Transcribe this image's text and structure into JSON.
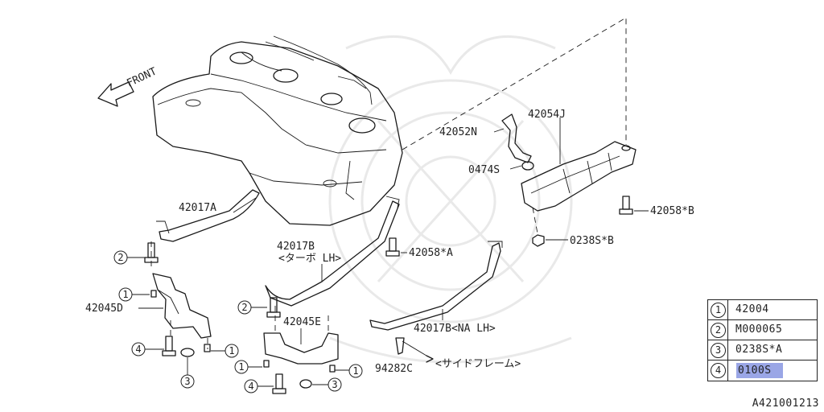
{
  "labels": {
    "front": "FRONT",
    "p42017A": "42017A",
    "p42017B": "42017B",
    "p42017B_note": "<ターボ LH>",
    "p42017B_na": "42017B<NA LH>",
    "p42045D": "42045D",
    "p42045E": "42045E",
    "p42052N": "42052N",
    "p42054J": "42054J",
    "p0474S": "0474S",
    "p42058B": "42058*B",
    "p42058A": "42058*A",
    "p0238SB": "0238S*B",
    "p94282C": "94282C",
    "p94282C_note": "<サイドフレーム>"
  },
  "callouts": {
    "c1": "1",
    "c2": "2",
    "c3": "3",
    "c4": "4"
  },
  "legend": [
    {
      "num": "1",
      "part": "42004"
    },
    {
      "num": "2",
      "part": "M000065"
    },
    {
      "num": "3",
      "part": "0238S*A"
    },
    {
      "num": "4",
      "part": "0100S",
      "selected": true
    }
  ],
  "catalog_code": "A421001213"
}
